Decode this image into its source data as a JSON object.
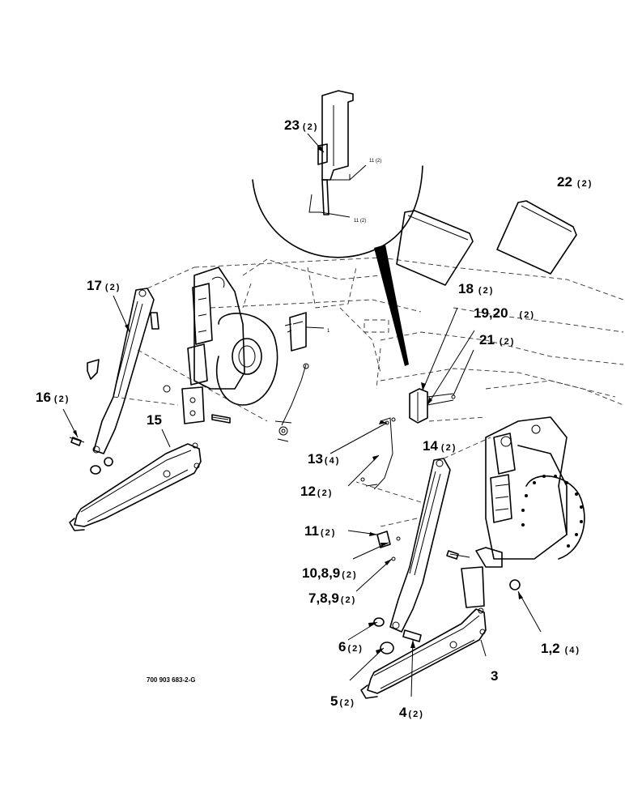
{
  "drawing_code": "700 903 683-2-G",
  "callouts": [
    {
      "id": "c23",
      "num": "23",
      "qty": "(2)"
    },
    {
      "id": "c22",
      "num": "22",
      "qty": "(2)"
    },
    {
      "id": "c17",
      "num": "17",
      "qty": "(2)"
    },
    {
      "id": "c18",
      "num": "18",
      "qty": "(2)"
    },
    {
      "id": "c19",
      "num": "19,20",
      "qty": "(2)"
    },
    {
      "id": "c21",
      "num": "21",
      "qty": "(2)"
    },
    {
      "id": "c16",
      "num": "16",
      "qty": "(2)"
    },
    {
      "id": "c15",
      "num": "15",
      "qty": ""
    },
    {
      "id": "c14",
      "num": "14",
      "qty": "(2)"
    },
    {
      "id": "c13",
      "num": "13",
      "qty": "(4)"
    },
    {
      "id": "c12",
      "num": "12",
      "qty": "(2)"
    },
    {
      "id": "c11",
      "num": "11",
      "qty": "(2)"
    },
    {
      "id": "c10",
      "num": "10,8,9",
      "qty": "(2)"
    },
    {
      "id": "c7",
      "num": "7,8,9",
      "qty": "(2)"
    },
    {
      "id": "c6",
      "num": "6",
      "qty": "(2)"
    },
    {
      "id": "c1",
      "num": "1,2",
      "qty": "(4)"
    },
    {
      "id": "c3",
      "num": "3",
      "qty": ""
    },
    {
      "id": "c5",
      "num": "5",
      "qty": "(2)"
    },
    {
      "id": "c4",
      "num": "4",
      "qty": "(2)"
    }
  ],
  "inset_labels": {
    "upper": "11 (2)",
    "lower": "11 (2)"
  },
  "small_label": "1"
}
